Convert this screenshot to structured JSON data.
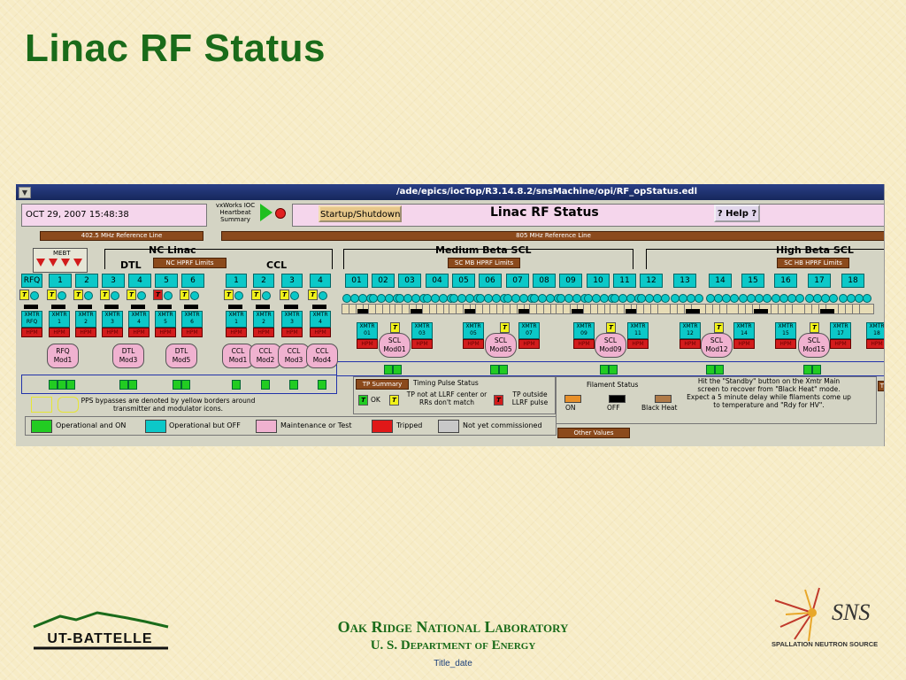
{
  "slide": {
    "title": "Linac RF Status"
  },
  "screen": {
    "window_title": "/ade/epics/iocTop/R3.14.8.2/snsMachine/opi/RF_opStatus.edl",
    "menu_glyph": "▼",
    "date": "OCT 29, 2007 15:48:38",
    "heartbeat_lines": [
      "vxWorks IOC",
      "Heartbeat",
      "Summary"
    ],
    "startup_button": "Startup/Shutdown",
    "panel_title": "Linac RF Status",
    "help_button": "? Help ?",
    "ref_402": "402.5 MHz Reference Line",
    "ref_805": "805 MHz Reference Line",
    "sections": {
      "nc_linac": "NC Linac",
      "dtl": "DTL",
      "ccl": "CCL",
      "medium_beta": "Medium Beta SCL",
      "high_beta": "High Beta SCL",
      "mebt": "MEBT"
    },
    "hprf": {
      "nc": "NC HPRF Limits",
      "mb": "SC MB HPRF Limits",
      "hb": "SC HB HPRF Limits"
    },
    "nc_cavities": [
      "RFQ",
      "1",
      "2",
      "3",
      "4",
      "5",
      "6",
      "1",
      "2",
      "3",
      "4"
    ],
    "sc_cavities": [
      "01",
      "02",
      "03",
      "04",
      "05",
      "06",
      "07",
      "08",
      "09",
      "10",
      "11",
      "12",
      "13",
      "14",
      "15",
      "16",
      "17",
      "18"
    ],
    "t_glyph": "T",
    "nc_xmtrs": [
      {
        "l1": "XMTR",
        "l2": "RFQ"
      },
      {
        "l1": "XMTR",
        "l2": "1"
      },
      {
        "l1": "XMTR",
        "l2": "2"
      },
      {
        "l1": "XMTR",
        "l2": "3"
      },
      {
        "l1": "XMTR",
        "l2": "4"
      },
      {
        "l1": "XMTR",
        "l2": "5"
      },
      {
        "l1": "XMTR",
        "l2": "6"
      },
      {
        "l1": "XMTR",
        "l2": "1"
      },
      {
        "l1": "XMTR",
        "l2": "2"
      },
      {
        "l1": "XMTR",
        "l2": "3"
      },
      {
        "l1": "XMTR",
        "l2": "4"
      }
    ],
    "hpm_label": "HPM",
    "nc_modulators": [
      "RFQ Mod1",
      "DTL Mod3",
      "DTL Mod5",
      "CCL Mod1",
      "CCL Mod2",
      "CCL Mod3",
      "CCL Mod4"
    ],
    "sc_xmtrs": [
      {
        "l1": "XMTR",
        "l2": "01"
      },
      {
        "l1": "XMTR",
        "l2": "03"
      },
      {
        "l1": "XMTR",
        "l2": "05"
      },
      {
        "l1": "XMTR",
        "l2": "07"
      },
      {
        "l1": "XMTR",
        "l2": "09"
      },
      {
        "l1": "XMTR",
        "l2": "11"
      },
      {
        "l1": "XMTR",
        "l2": "12"
      },
      {
        "l1": "XMTR",
        "l2": "14"
      },
      {
        "l1": "XMTR",
        "l2": "15"
      },
      {
        "l1": "XMTR",
        "l2": "17"
      },
      {
        "l1": "XMTR",
        "l2": "18"
      }
    ],
    "sc_modulators": [
      "SCL Mod01",
      "SCL Mod05",
      "SCL Mod09",
      "SCL Mod12",
      "SCL Mod15"
    ],
    "pps_text": "PPS bypasses are denoted by yellow borders around transmitter and modulator icons.",
    "timing": {
      "summary_button": "TP Summary",
      "title": "Timing Pulse Status",
      "ok": "OK",
      "not_at_center": "TP not at LLRF center or RRs don't match",
      "outside": "TP outside LLRF pulse"
    },
    "filament": {
      "title": "Filament Status",
      "on": "ON",
      "off": "OFF",
      "black_heat": "Black Heat",
      "colors": {
        "on": "#e8902a",
        "off": "#000000",
        "black_heat": "#b07a48"
      }
    },
    "standby_note": "Hit the \"Standby\" button on the Xmtr Main screen to recover from \"Black Heat\" mode. Expect a 5 minute delay while filaments come up to temperature and \"Rdy for HV\".",
    "other_values": "Other Values",
    "right_edge_button": "TP",
    "legend": [
      {
        "label": "Operational and ON",
        "color": "#22cc22"
      },
      {
        "label": "Operational but OFF",
        "color": "#0cc8c8"
      },
      {
        "label": "Maintenance or Test",
        "color": "#f0b2d0"
      },
      {
        "label": "Tripped",
        "color": "#e01818"
      },
      {
        "label": "Not yet commissioned",
        "color": "#c8c8c8"
      }
    ]
  },
  "footer": {
    "ut_battelle": "UT-BATTELLE",
    "org_line1": "Oak Ridge National Laboratory",
    "org_line2": "U. S. Department of Energy",
    "title_date": "Title_date",
    "sns_mark": "SNS",
    "sns_tagline": "SPALLATION NEUTRON SOURCE"
  },
  "colors": {
    "title_green": "#1a6b1a",
    "window_blue": "#1e3278",
    "panel_bg": "#d4d4c4"
  }
}
